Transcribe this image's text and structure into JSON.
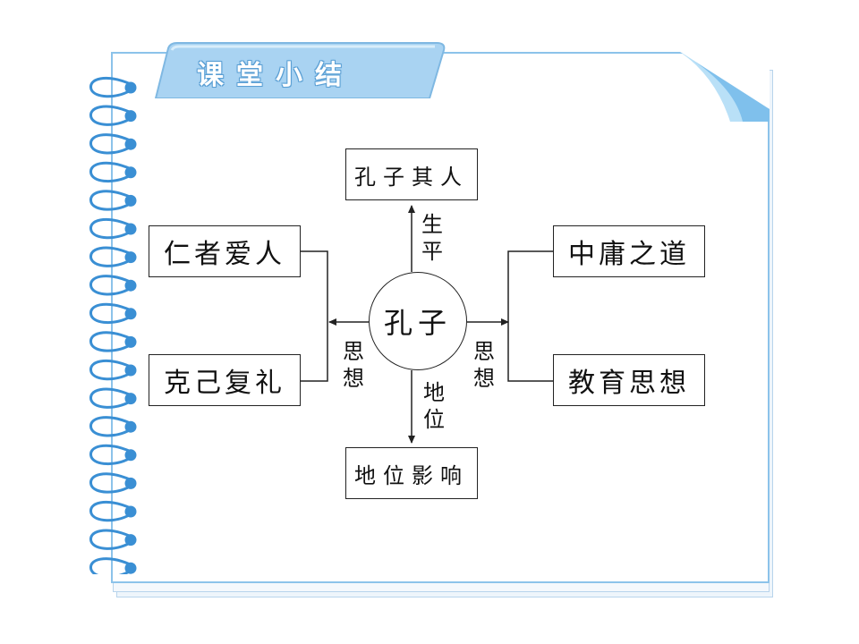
{
  "title": "课堂小结",
  "center": "孔子",
  "nodes": {
    "top": "孔子其人",
    "bottom": "地位影响",
    "left_top": "仁者爱人",
    "left_bottom": "克己复礼",
    "right_top": "中庸之道",
    "right_bottom": "教育思想"
  },
  "edge_labels": {
    "top": [
      "生",
      "平"
    ],
    "bottom": [
      "地",
      "位"
    ],
    "left": [
      "思",
      "想"
    ],
    "right": [
      "思",
      "想"
    ]
  },
  "colors": {
    "frame_blue": "#8cc3ea",
    "tab_blue": "#a9d3f2",
    "ring_blue": "#3a8fd4",
    "line": "#222222"
  },
  "icons": {
    "binding": "spiral-ring-icon",
    "corner": "page-curl-icon"
  }
}
